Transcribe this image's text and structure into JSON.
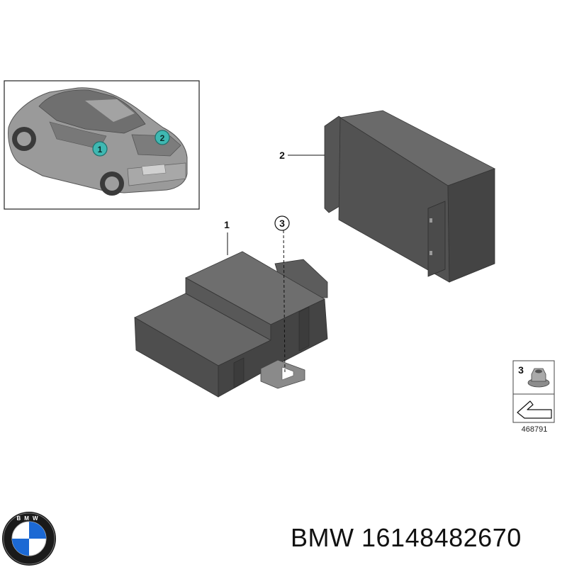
{
  "callouts": {
    "module_1": "1",
    "module_2": "2",
    "fastener_3": "3"
  },
  "inset": {
    "location_marker_1": "1",
    "location_marker_2": "2"
  },
  "hardware_box": {
    "item_number": "3",
    "reference_code": "468791"
  },
  "logo": {
    "letters": "BMW"
  },
  "part_caption": {
    "brand": "BMW",
    "part_number": "16148482670"
  },
  "colors": {
    "module_dark": "#4a4a4a",
    "module_mid": "#5d5d5d",
    "module_light": "#6e6e6e",
    "marker_teal": "#3fb8b2",
    "car_gray": "#8c8c8c",
    "logo_blue": "#1c69d4"
  }
}
